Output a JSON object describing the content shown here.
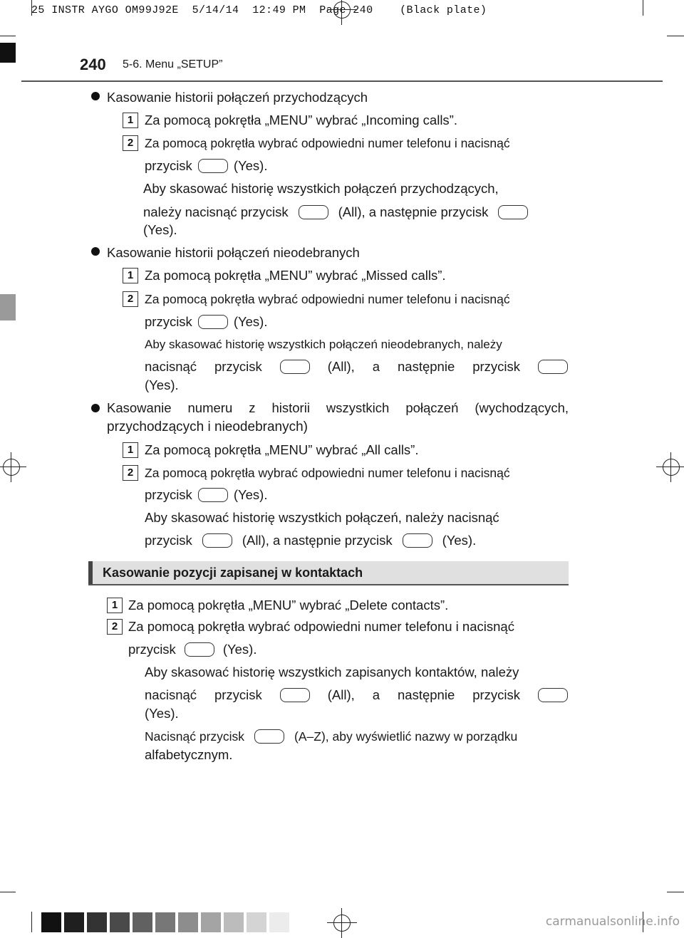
{
  "print_slug": "25 INSTR AYGO OM99J92E  5/14/14  12:49 PM  Page 240    (Black plate)",
  "header": {
    "page_number": "240",
    "section": "5-6. Menu „SETUP”"
  },
  "incoming": {
    "bullet": "Kasowanie historii połączeń przychodzących",
    "step1": "Za pomocą pokrętła „MENU” wybrać „Incoming calls”.",
    "step2a": "Za pomocą pokrętła wybrać odpowiedni numer telefonu i nacisnąć",
    "step2b_pre": "przycisk",
    "step2b_post": "(Yes).",
    "all_a_pre": "Aby skasować historię wszystkich połączeń przychodzących,",
    "all_b_pre": "należy nacisnąć przycisk",
    "all_b_mid": "(All), a następnie przycisk",
    "all_c": "(Yes)."
  },
  "missed": {
    "bullet": "Kasowanie historii połączeń nieodebranych",
    "step1": "Za pomocą pokrętła „MENU” wybrać „Missed calls”.",
    "step2a": "Za pomocą pokrętła wybrać odpowiedni numer telefonu i nacisnąć",
    "step2b_pre": "przycisk",
    "step2b_post": "(Yes).",
    "all_a": "Aby skasować historię wszystkich połączeń nieodebranych, należy",
    "all_b1": "nacisnąć",
    "all_b2": "przycisk",
    "all_b3": "(All),",
    "all_b4": "a",
    "all_b5": "następnie",
    "all_b6": "przycisk",
    "all_c": "(Yes)."
  },
  "allcalls": {
    "bullet_a": "Kasowanie numeru z historii wszystkich połączeń (wychodzących,",
    "bullet_b": "przychodzących i nieodebranych)",
    "step1": "Za pomocą pokrętła „MENU” wybrać „All calls”.",
    "step2a": "Za pomocą pokrętła wybrać odpowiedni numer telefonu i nacisnąć",
    "step2b_pre": "przycisk",
    "step2b_post": "(Yes).",
    "all_a": "Aby skasować historię wszystkich połączeń, należy nacisnąć",
    "all_b_pre": "przycisk",
    "all_b_mid": "(All), a następnie przycisk",
    "all_b_post": "(Yes)."
  },
  "contacts": {
    "heading": "Kasowanie pozycji zapisanej w kontaktach",
    "step1": "Za pomocą pokrętła „MENU” wybrać „Delete contacts”.",
    "step2a": "Za pomocą pokrętła wybrać odpowiedni numer telefonu i nacisnąć",
    "step2b_pre": "przycisk",
    "step2b_post": "(Yes).",
    "all_a": "Aby skasować historię wszystkich zapisanych kontaktów, należy",
    "all_b1": "nacisnąć",
    "all_b2": "przycisk",
    "all_b3": "(All),",
    "all_b4": "a",
    "all_b5": "następnie",
    "all_b6": "przycisk",
    "all_c": "(Yes).",
    "az_pre": "Nacisnąć przycisk",
    "az_post": "(A–Z), aby wyświetlić nazwy w porządku",
    "az_b": "alfabetycznym."
  },
  "step_numbers": {
    "one": "1",
    "two": "2"
  },
  "watermark": "carmanualsonline.info",
  "swatch_colors": [
    "#111111",
    "#1f1f1f",
    "#333333",
    "#4a4a4a",
    "#616161",
    "#777777",
    "#8d8d8d",
    "#a4a4a4",
    "#bcbcbc",
    "#d4d4d4",
    "#ececec"
  ]
}
